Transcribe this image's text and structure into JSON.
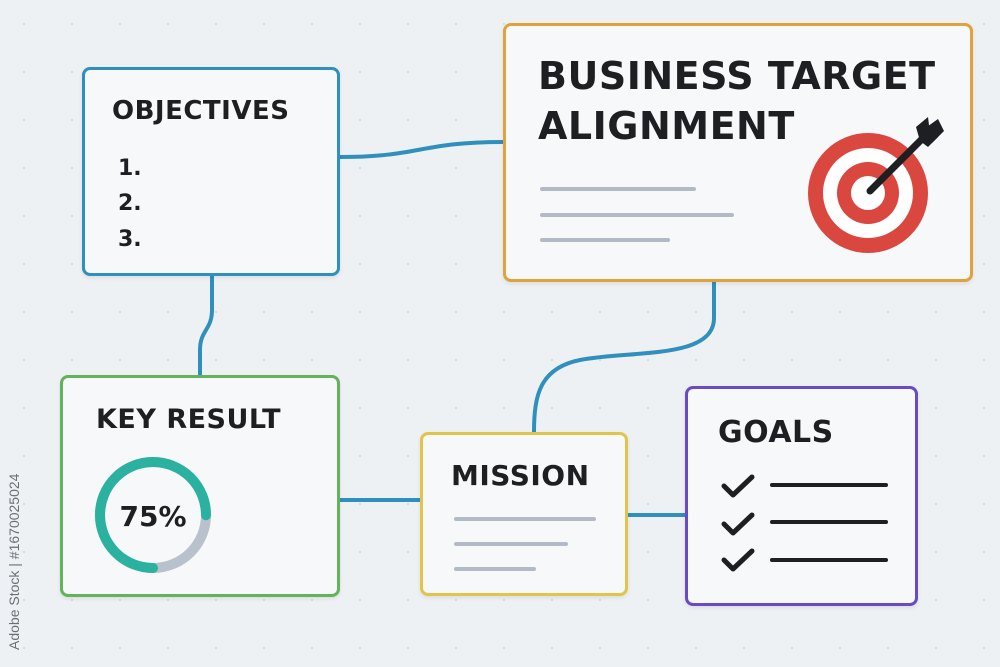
{
  "objectives": {
    "title": "OBJECTIVES",
    "items": [
      "1.",
      "2.",
      "3."
    ],
    "border_color": "#2f8fbd"
  },
  "business_target": {
    "title_line1": "BUSINESS TARGET",
    "title_line2": "ALIGNMENT",
    "border_color": "#e0a23a",
    "icon": "target-with-arrow-icon"
  },
  "key_result": {
    "title": "KEY RESULT",
    "progress_label": "75%",
    "progress_value": 0.75,
    "progress_color": "#2bb1a0",
    "border_color": "#62b35b"
  },
  "mission": {
    "title": "MISSION",
    "border_color": "#e2c44a"
  },
  "goals": {
    "title": "GOALS",
    "border_color": "#6a4bc6",
    "icon": "checkmark-icon"
  },
  "connector_color": "#2f8fbd",
  "watermark": "Adobe Stock | #1670025024"
}
